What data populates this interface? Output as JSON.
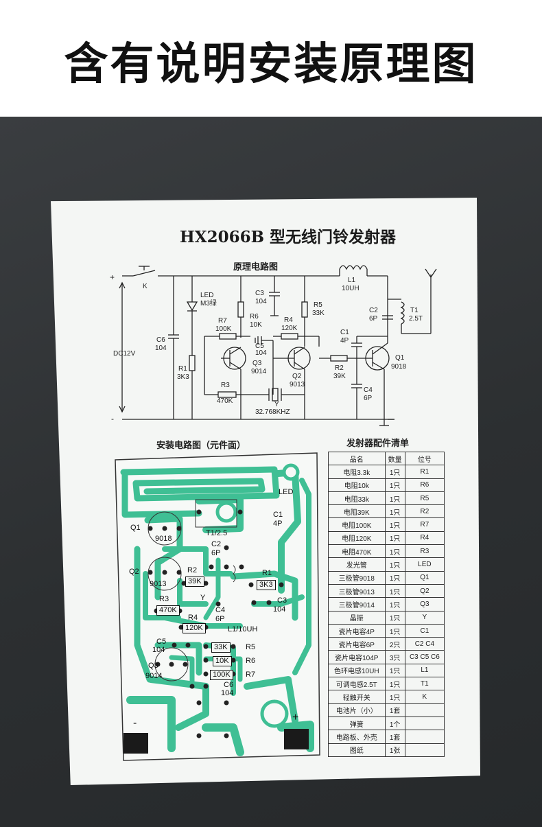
{
  "banner": {
    "title": "含有说明安装原理图"
  },
  "document": {
    "title": "HX2066B 型无线门铃发射器",
    "schematic_heading": "原理电路图",
    "pcb_heading": "安装电路图（元件面）",
    "parts_heading": "发射器配件清单"
  },
  "schematic": {
    "plus": "+",
    "minus": "-",
    "k": "K",
    "dc": "DC12V",
    "led": "LED",
    "led_color": "M3绿",
    "c6": "C6",
    "c6v": "104",
    "r1": "R1",
    "r1v": "3K3",
    "r7": "R7",
    "r7v": "100K",
    "r6": "R6",
    "r6v": "10K",
    "c3": "C3",
    "c3v": "104",
    "c5": "C5",
    "c5v": "104",
    "r4": "R4",
    "r4v": "120K",
    "r5": "R5",
    "r5v": "33K",
    "l1": "L1",
    "l1v": "10UH",
    "c2": "C2",
    "c2v": "6P",
    "t1": "T1",
    "t1v": "2.5T",
    "c1": "C1",
    "c1v": "4P",
    "r2": "R2",
    "r2v": "39K",
    "c4": "C4",
    "c4v": "6P",
    "q1": "Q1",
    "q1v": "9018",
    "q2": "Q2",
    "q2v": "9013",
    "q3": "Q3",
    "q3v": "9014",
    "r3": "R3",
    "r3v": "470K",
    "y": "Y",
    "yv": "32.768KHZ"
  },
  "pcb": {
    "led": "LED",
    "c1": "C1",
    "c1v": "4P",
    "q1": "Q1",
    "q1v": "9018",
    "t1": "T1/2.5",
    "c2": "C2",
    "c2v": "6P",
    "q2": "Q2",
    "q2v": "9013",
    "r2": "R2",
    "r2v": "39K",
    "r1": "R1",
    "r1v": "3K3",
    "r3": "R3",
    "r3v": "470K",
    "y": "Y",
    "c4": "C4",
    "c4v": "6P",
    "c3": "C3",
    "c3v": "104",
    "r4": "R4",
    "r4v": "120K",
    "l1": "L1/10UH",
    "c5": "C5",
    "c5v": "104",
    "r5": "R5",
    "r5v": "33K",
    "q3": "Q3",
    "q3v": "9014",
    "r6": "R6",
    "r6v": "10K",
    "r7": "R7",
    "r7v": "100K",
    "c6": "C6",
    "c6v": "104",
    "minus": "-",
    "plus": "+"
  },
  "parts_table": {
    "headers": [
      "品名",
      "数量",
      "位号"
    ],
    "rows": [
      [
        "电阻3.3k",
        "1只",
        "R1"
      ],
      [
        "电阻10k",
        "1只",
        "R6"
      ],
      [
        "电阻33k",
        "1只",
        "R5"
      ],
      [
        "电阻39K",
        "1只",
        "R2"
      ],
      [
        "电阻100K",
        "1只",
        "R7"
      ],
      [
        "电阻120K",
        "1只",
        "R4"
      ],
      [
        "电阻470K",
        "1只",
        "R3"
      ],
      [
        "发光管",
        "1只",
        "LED"
      ],
      [
        "三极管9018",
        "1只",
        "Q1"
      ],
      [
        "三极管9013",
        "1只",
        "Q2"
      ],
      [
        "三极管9014",
        "1只",
        "Q3"
      ],
      [
        "晶振",
        "1只",
        "Y"
      ],
      [
        "瓷片电容4P",
        "1只",
        "C1"
      ],
      [
        "瓷片电容6P",
        "2只",
        "C2  C4"
      ],
      [
        "瓷片电容104P",
        "3只",
        "C3 C5 C6"
      ],
      [
        "色环电感10UH",
        "1只",
        "L1"
      ],
      [
        "可调电感2.5T",
        "1只",
        "T1"
      ],
      [
        "轻触开关",
        "1只",
        "K"
      ],
      [
        "电池片（小）",
        "1套",
        ""
      ],
      [
        "弹簧",
        "1个",
        ""
      ],
      [
        "电路板、外壳",
        "1套",
        ""
      ],
      [
        "图纸",
        "1张",
        ""
      ]
    ]
  },
  "colors": {
    "pcb_green": "#3fbf94",
    "paper": "#f4f6f4",
    "background": "#2e3133",
    "ink": "#1f1f1f"
  }
}
